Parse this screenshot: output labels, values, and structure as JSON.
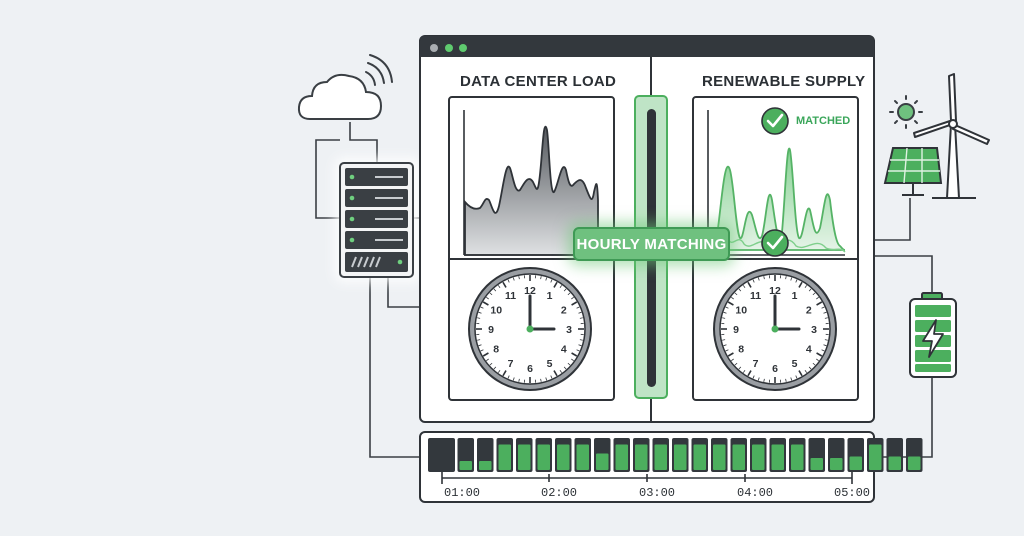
{
  "panels": {
    "load_title": "DATA CENTER LOAD",
    "supply_title": "RENEWABLE SUPPLY",
    "matched_badge": "MATCHED"
  },
  "center_label": "HOURLY MATCHING",
  "clock_numbers": [
    "12",
    "1",
    "2",
    "3",
    "4",
    "5",
    "6",
    "7",
    "8",
    "9",
    "10",
    "11"
  ],
  "timeline": {
    "times": [
      "01:00",
      "02:00",
      "03:00",
      "04:00",
      "05:00"
    ],
    "fill_levels": [
      0,
      0.3,
      0.3,
      0.85,
      0.85,
      0.85,
      0.85,
      0.85,
      0.55,
      0.85,
      0.85,
      0.85,
      0.85,
      0.85,
      0.85,
      0.85,
      0.85,
      0.85,
      0.85,
      0.4,
      0.4,
      0.45,
      0.85,
      0.45,
      0.45
    ]
  },
  "colors": {
    "green": "#4caf5e",
    "green_light": "#bfe4c6",
    "dark": "#2f3338",
    "frame": "#3a3f44",
    "background": "#eef1f4"
  },
  "icons": [
    "cloud-icon",
    "wifi-icon",
    "server-icon",
    "sun-icon",
    "solar-panel-icon",
    "wind-turbine-icon",
    "battery-icon",
    "check-icon"
  ]
}
